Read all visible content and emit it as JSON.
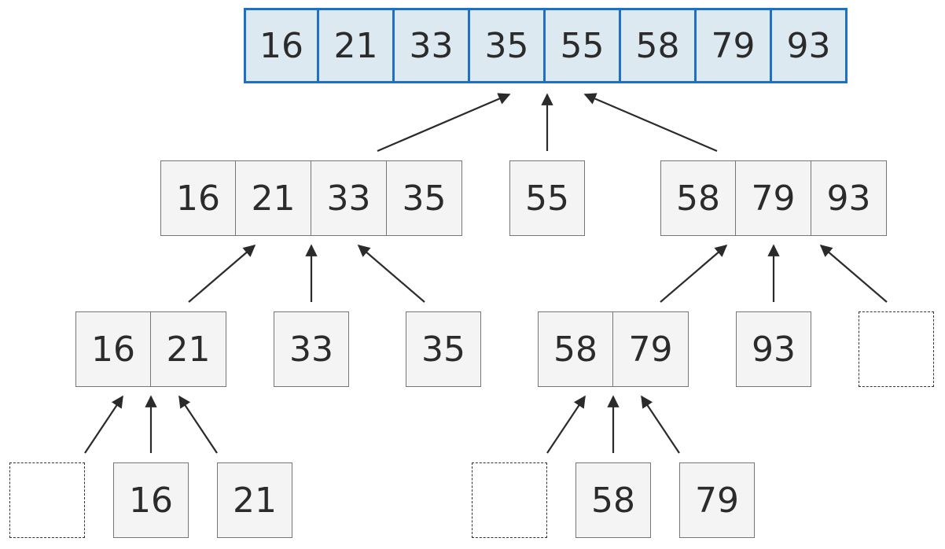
{
  "colors": {
    "result_fill": "#dde9f1",
    "result_border": "#1f6fc9",
    "cell_fill": "#f4f4f4",
    "cell_border": "#777777",
    "arrow": "#2b2b2b"
  },
  "tree": {
    "result": [
      "16",
      "21",
      "33",
      "35",
      "55",
      "58",
      "79",
      "93"
    ],
    "level1": {
      "left": [
        "16",
        "21",
        "33",
        "35"
      ],
      "middle": [
        "55"
      ],
      "right": [
        "58",
        "79",
        "93"
      ]
    },
    "level2": {
      "a": [
        "16",
        "21"
      ],
      "b": [
        "33"
      ],
      "c": [
        "35"
      ],
      "d": [
        "58",
        "79"
      ],
      "e": [
        "93"
      ],
      "f": [
        ""
      ]
    },
    "level3": {
      "a": [
        ""
      ],
      "b": [
        "16"
      ],
      "c": [
        "21"
      ],
      "d": [
        ""
      ],
      "e": [
        "58"
      ],
      "f": [
        "79"
      ]
    }
  }
}
